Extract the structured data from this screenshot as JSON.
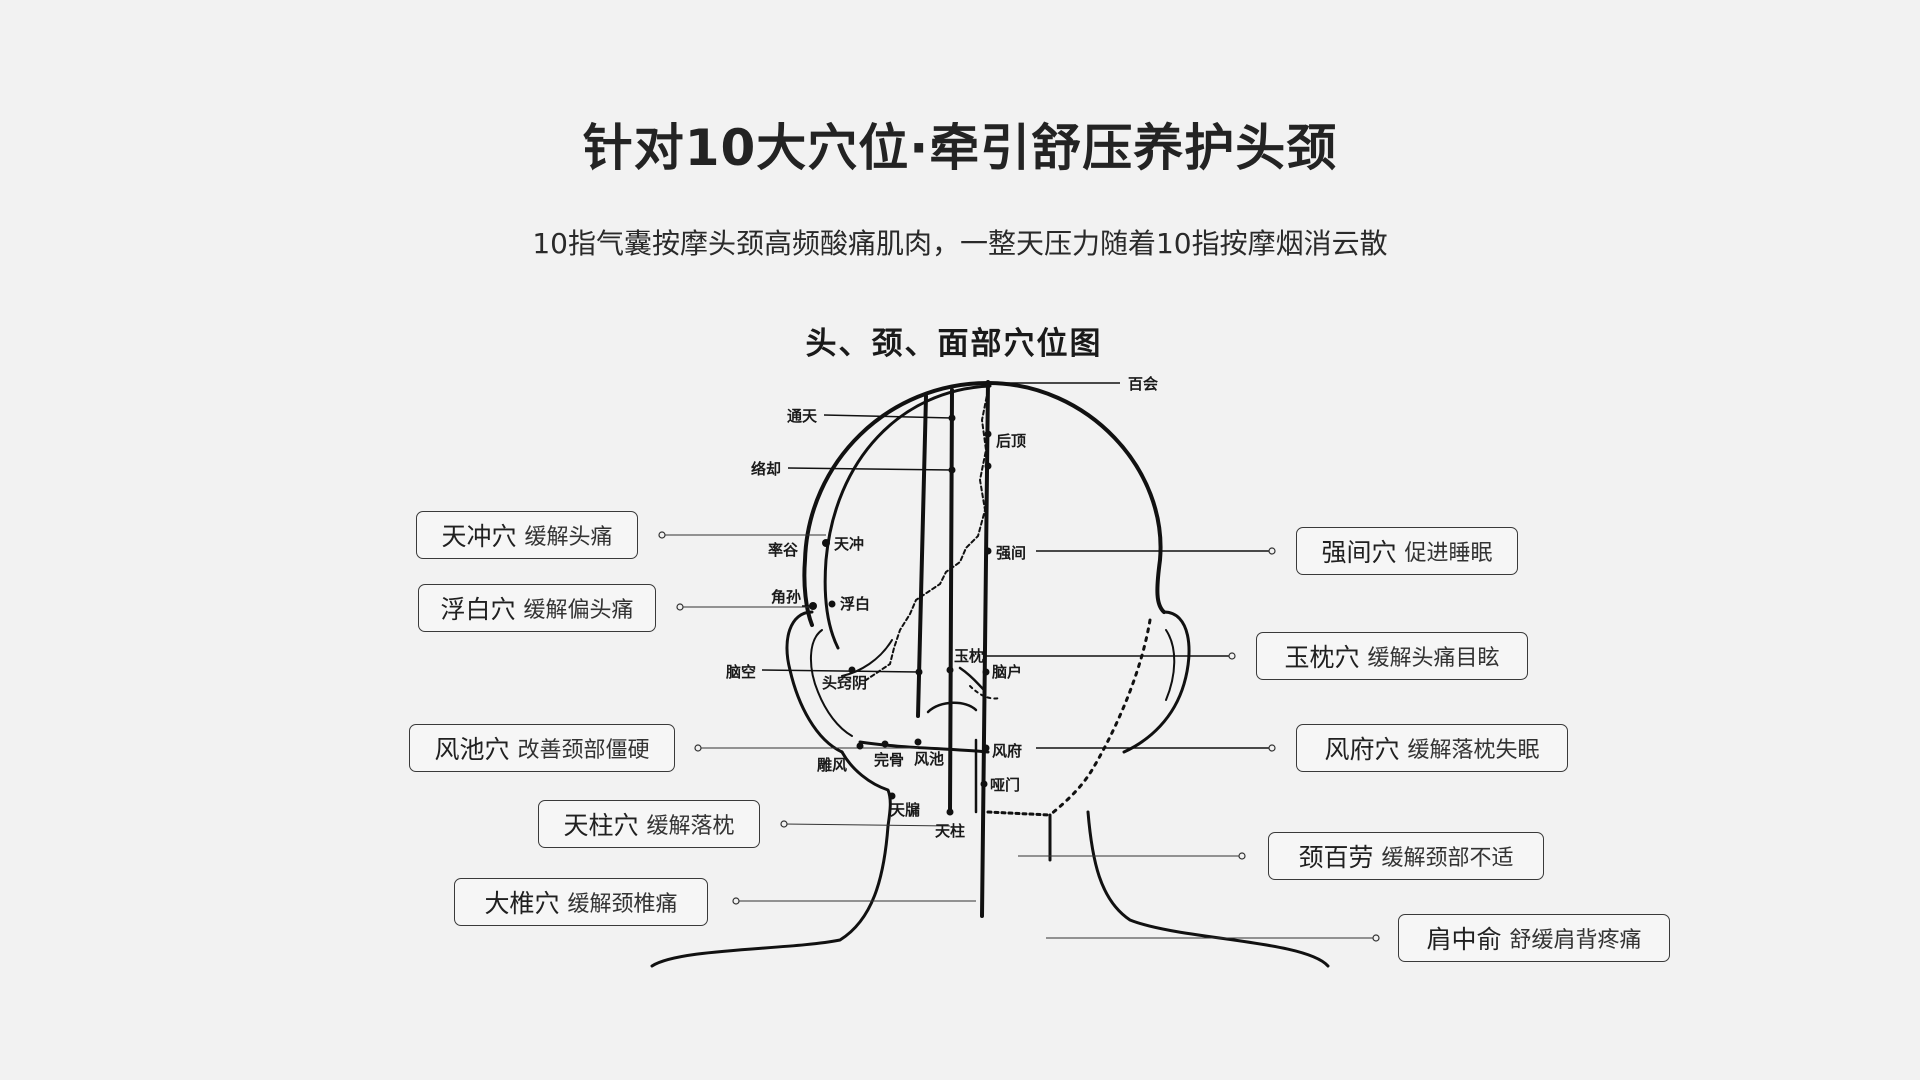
{
  "header": {
    "title": "针对10大穴位·牵引舒压养护头颈",
    "subtitle": "10指气囊按摩头颈高频酸痛肌肉，一整天压力随着10指按摩烟消云散"
  },
  "diagram": {
    "title": "头、颈、面部穴位图",
    "points": {
      "baihui": "百会",
      "tongtian": "通天",
      "houding": "后顶",
      "luoque": "络却",
      "shuaigu": "率谷",
      "tianchong": "天冲",
      "qiangjian": "强间",
      "jiaosun": "角孙",
      "fubai": "浮白",
      "yuzhen": "玉枕",
      "naokong": "脑空",
      "naohu": "脑户",
      "touqiaoyin": "头窍阴",
      "fengfu": "风府",
      "wangu": "完骨",
      "fengchi": "风池",
      "qiaofeng": "雕风",
      "yamen": "哑门",
      "tianyou": "天牖",
      "tianzhu": "天柱"
    }
  },
  "callouts": {
    "tianchong": {
      "name": "天冲穴",
      "effect": "缓解头痛"
    },
    "fubai": {
      "name": "浮白穴",
      "effect": "缓解偏头痛"
    },
    "fengchi": {
      "name": "风池穴",
      "effect": "改善颈部僵硬"
    },
    "tianzhu": {
      "name": "天柱穴",
      "effect": "缓解落枕"
    },
    "dazhui": {
      "name": "大椎穴",
      "effect": "缓解颈椎痛"
    },
    "qiangjian": {
      "name": "强间穴",
      "effect": "促进睡眠"
    },
    "yuzhen": {
      "name": "玉枕穴",
      "effect": "缓解头痛目眩"
    },
    "fengfu": {
      "name": "风府穴",
      "effect": "缓解落枕失眠"
    },
    "jingbailao": {
      "name": "颈百劳",
      "effect": "缓解颈部不适"
    },
    "jianzhongshu": {
      "name": "肩中俞",
      "effect": "舒缓肩背疼痛"
    }
  }
}
